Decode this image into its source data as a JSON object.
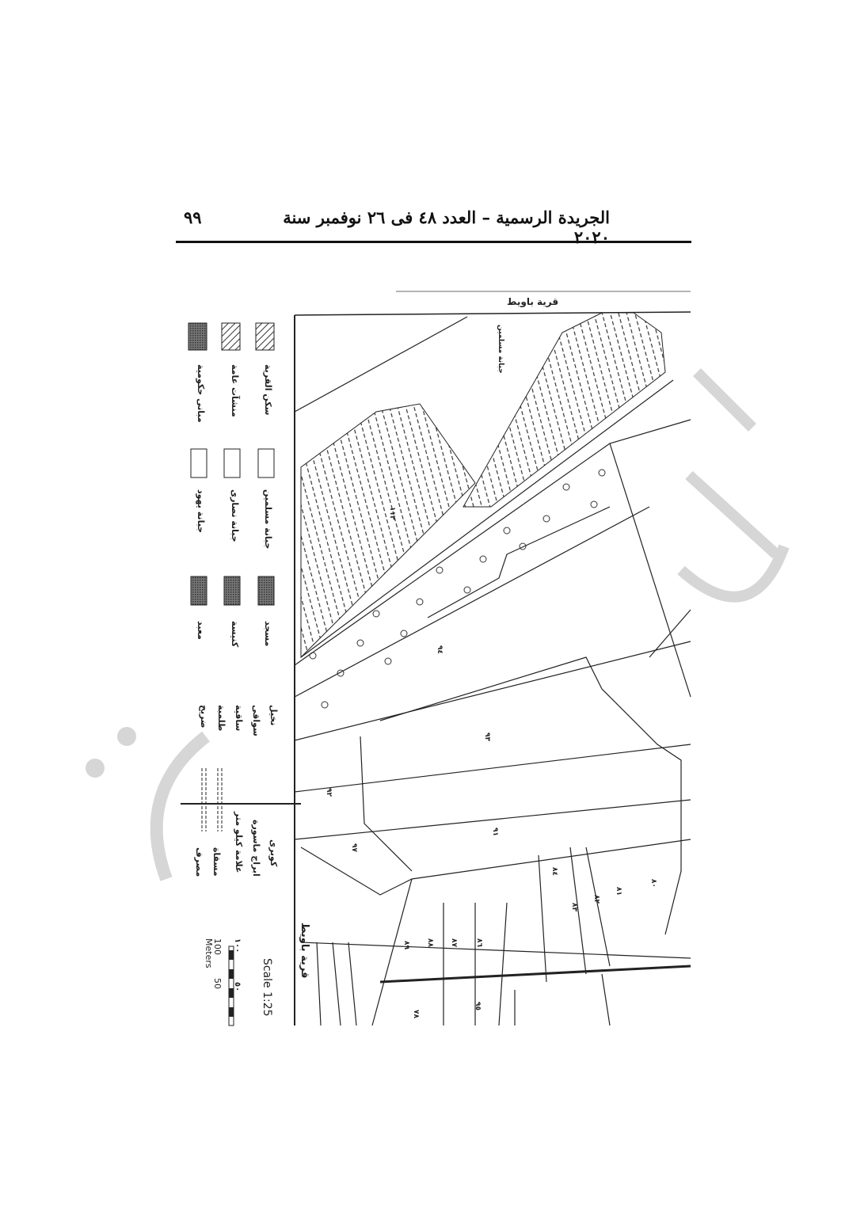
{
  "header": {
    "title": "الجريدة الرسمية – العدد ٤٨ فى ٢٦ نوفمبر سنة ٢٠٢٠",
    "page_number": "٩٩"
  },
  "map": {
    "village_name_top": "قرية باويط",
    "village_name_side": "قرية باويط",
    "cemetery_label": "جبانة مسلمين",
    "scale_label": "Scale 1:25",
    "scale_ticks": [
      "100",
      "50"
    ],
    "scale_ticks_arabic": [
      "١٠٠",
      "٥٠"
    ],
    "scale_unit": "Meters",
    "parcel_numbers": [
      "١١٣",
      "٩٤",
      "٩٣",
      "٩١",
      "٩٢",
      "٨٤",
      "٨٣",
      "٨٢",
      "٨١",
      "٨٠",
      "٨٦",
      "٨٧",
      "٨٨",
      "٨٩",
      "٧٨",
      "٩٥",
      "٩٧"
    ]
  },
  "legend": {
    "items": [
      {
        "label": "سكن القرية",
        "symbol": "hatch"
      },
      {
        "label": "منشآت عامة",
        "symbol": "hatch"
      },
      {
        "label": "مبانى حكومية",
        "symbol": "dots"
      },
      {
        "label": "جبانة مسلمين",
        "symbol": "dashes"
      },
      {
        "label": "جبانة نصارى",
        "symbol": "crosses"
      },
      {
        "label": "جبانة يهود",
        "symbol": "stars"
      },
      {
        "label": "مسجد",
        "symbol": "dark-box"
      },
      {
        "label": "كنيسة",
        "symbol": "dark-box"
      },
      {
        "label": "معبد",
        "symbol": "dark-box"
      },
      {
        "label": "نخيل",
        "symbol": "arrow"
      },
      {
        "label": "سواقى",
        "symbol": "circle"
      },
      {
        "label": "ساقية",
        "symbol": "dot-circle"
      },
      {
        "label": "طلمبة",
        "symbol": "dot"
      },
      {
        "label": "ضريح",
        "symbol": "dot"
      },
      {
        "label": "كوبرى",
        "symbol": "bridge"
      },
      {
        "label": "ابراج ماسورة",
        "symbol": "tower"
      },
      {
        "label": "علامة كيلو متر",
        "symbol": "km"
      },
      {
        "label": "مسقاة",
        "symbol": "canal"
      },
      {
        "label": "مصرف",
        "symbol": "drain"
      }
    ]
  }
}
